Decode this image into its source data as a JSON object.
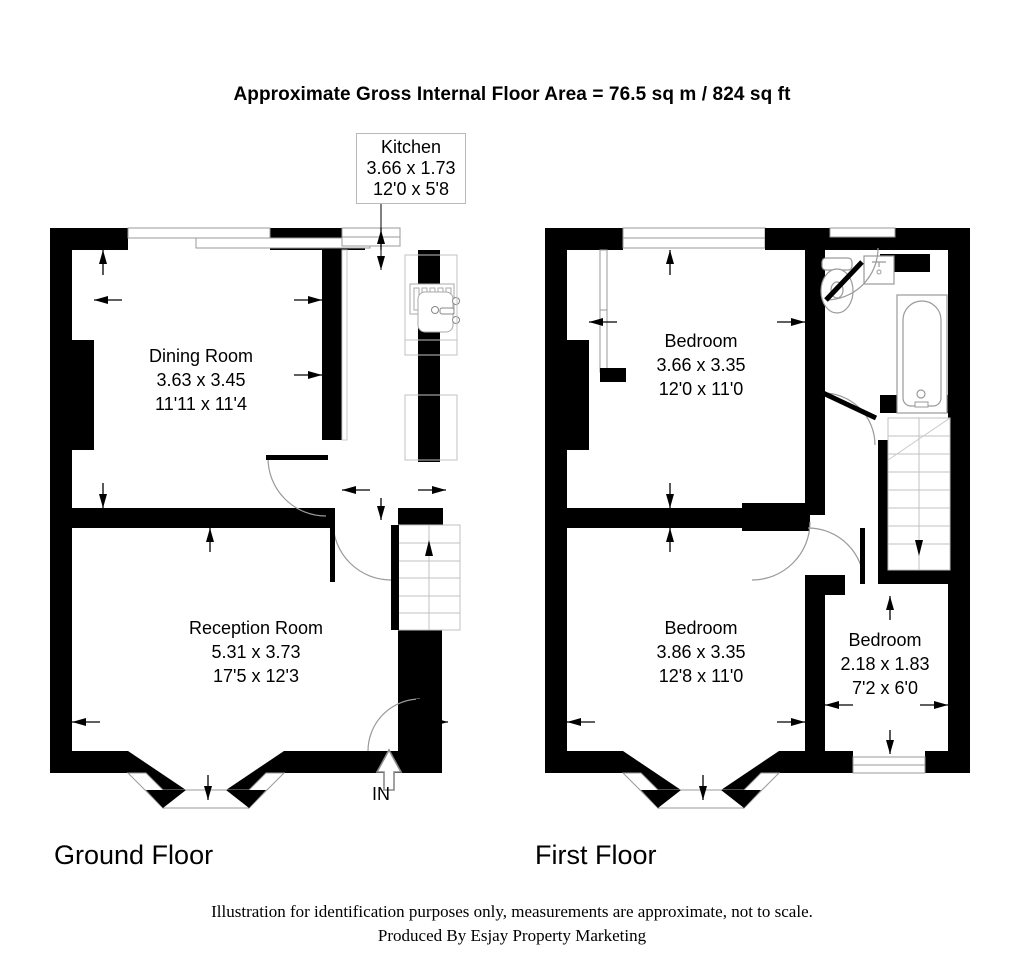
{
  "header": {
    "title": "Approximate Gross Internal Floor Area = 76.5 sq m / 824 sq ft"
  },
  "floors": [
    {
      "key": "ground",
      "label": "Ground Floor"
    },
    {
      "key": "first",
      "label": "First Floor"
    }
  ],
  "rooms": {
    "kitchen": {
      "name": "Kitchen",
      "metric": "3.66 x 1.73",
      "imperial": "12'0 x 5'8"
    },
    "dining": {
      "name": "Dining Room",
      "metric": "3.63 x 3.45",
      "imperial": "11'11 x 11'4"
    },
    "reception": {
      "name": "Reception Room",
      "metric": "5.31 x 3.73",
      "imperial": "17'5 x 12'3"
    },
    "bedroom1": {
      "name": "Bedroom",
      "metric": "3.66 x 3.35",
      "imperial": "12'0 x 11'0"
    },
    "bedroom2": {
      "name": "Bedroom",
      "metric": "3.86 x 3.35",
      "imperial": "12'8 x 11'0"
    },
    "bedroom3": {
      "name": "Bedroom",
      "metric": "2.18 x 1.83",
      "imperial": "7'2 x 6'0"
    }
  },
  "entrance": {
    "label": "IN"
  },
  "footer": {
    "line1": "Illustration for identification purposes only, measurements are approximate, not to scale.",
    "line2": "Produced By Esjay Property Marketing"
  },
  "colors": {
    "wall": "#000000",
    "background": "#ffffff",
    "fixture_stroke": "#999999",
    "window_stroke": "#9a9a9a",
    "label_border": "#b9b9b9"
  },
  "fixtures": {
    "kitchen_sink": "sink-icon",
    "kitchen_drainer": "drainer-icon",
    "bathroom_wc": "toilet-icon",
    "bathroom_basin": "basin-icon",
    "bathroom_bath": "bathtub-icon",
    "ground_stairs": "staircase-icon",
    "first_stairs": "staircase-icon"
  }
}
